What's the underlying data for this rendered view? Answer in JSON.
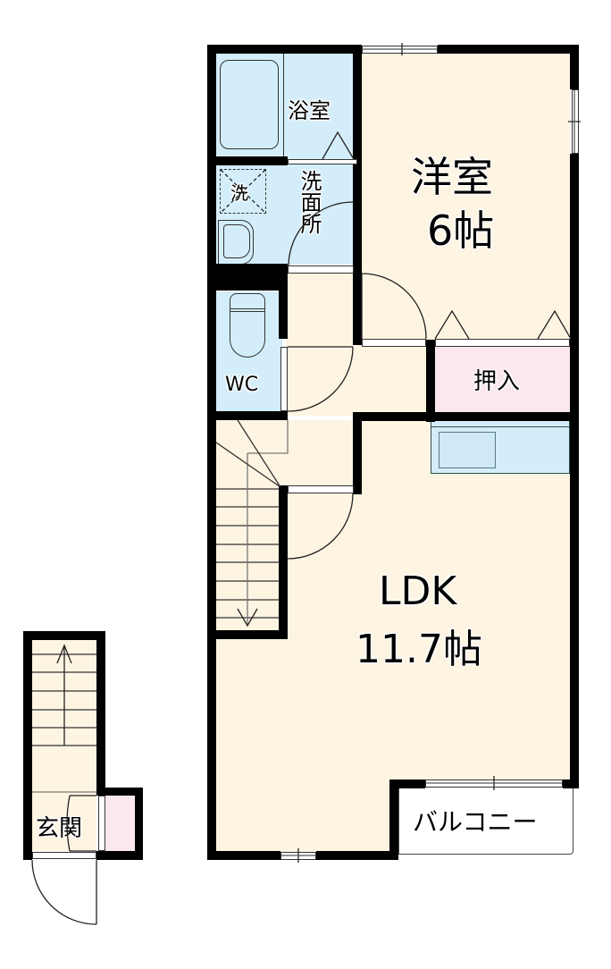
{
  "floor_plan": {
    "rooms": {
      "bathroom": {
        "label": "浴室"
      },
      "washroom": {
        "label": "洗面所"
      },
      "washer_space": {
        "label": "洗"
      },
      "toilet": {
        "label": "WC"
      },
      "western_room": {
        "label": "洋室",
        "size": "6帖"
      },
      "closet": {
        "label": "押入"
      },
      "ldk": {
        "label": "LDK",
        "size": "11.7帖"
      },
      "balcony": {
        "label": "バルコニー"
      },
      "entrance": {
        "label": "玄関"
      }
    },
    "colors": {
      "floor": "#fdf5e2",
      "wet_area": "#d3eefa",
      "storage": "#fbe7ef",
      "wall": "#000000"
    }
  }
}
